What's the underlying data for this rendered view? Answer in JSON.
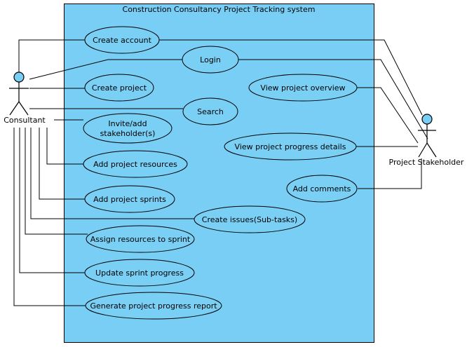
{
  "system": {
    "title": "Construction Consultancy Project Tracking system"
  },
  "colors": {
    "system_fill": "#79cef5",
    "use_case_fill": "#7acff5",
    "actor_head_fill": "#79cef5",
    "line": "#000000"
  },
  "actors": {
    "consultant": {
      "label": "Consultant"
    },
    "stakeholder": {
      "label": "Project Stakeholder"
    }
  },
  "use_cases": {
    "create_account": {
      "lines": [
        "Create account"
      ]
    },
    "login": {
      "lines": [
        "Login"
      ]
    },
    "create_project": {
      "lines": [
        "Create project"
      ]
    },
    "search": {
      "lines": [
        "Search"
      ]
    },
    "invite_stakeholder": {
      "lines": [
        "Invite/add",
        "stakeholder(s)"
      ]
    },
    "add_resources": {
      "lines": [
        "Add project resources"
      ]
    },
    "add_sprints": {
      "lines": [
        "Add project sprints"
      ]
    },
    "create_issues": {
      "lines": [
        "Create issues(Sub-tasks)"
      ]
    },
    "assign_resources": {
      "lines": [
        "Assign resources to sprint"
      ]
    },
    "update_progress": {
      "lines": [
        "Update sprint progress"
      ]
    },
    "generate_report": {
      "lines": [
        "Generate project progress report"
      ]
    },
    "view_overview": {
      "lines": [
        "View project overview"
      ]
    },
    "view_details": {
      "lines": [
        "View project progress details"
      ]
    },
    "add_comments": {
      "lines": [
        "Add comments"
      ]
    }
  },
  "associations": [
    {
      "actor": "consultant",
      "use_case": "create_account"
    },
    {
      "actor": "consultant",
      "use_case": "login"
    },
    {
      "actor": "consultant",
      "use_case": "create_project"
    },
    {
      "actor": "consultant",
      "use_case": "search"
    },
    {
      "actor": "consultant",
      "use_case": "invite_stakeholder"
    },
    {
      "actor": "consultant",
      "use_case": "add_resources"
    },
    {
      "actor": "consultant",
      "use_case": "add_sprints"
    },
    {
      "actor": "consultant",
      "use_case": "create_issues"
    },
    {
      "actor": "consultant",
      "use_case": "assign_resources"
    },
    {
      "actor": "consultant",
      "use_case": "update_progress"
    },
    {
      "actor": "consultant",
      "use_case": "generate_report"
    },
    {
      "actor": "stakeholder",
      "use_case": "create_account"
    },
    {
      "actor": "stakeholder",
      "use_case": "login"
    },
    {
      "actor": "stakeholder",
      "use_case": "view_overview"
    },
    {
      "actor": "stakeholder",
      "use_case": "view_details"
    },
    {
      "actor": "stakeholder",
      "use_case": "add_comments"
    }
  ]
}
